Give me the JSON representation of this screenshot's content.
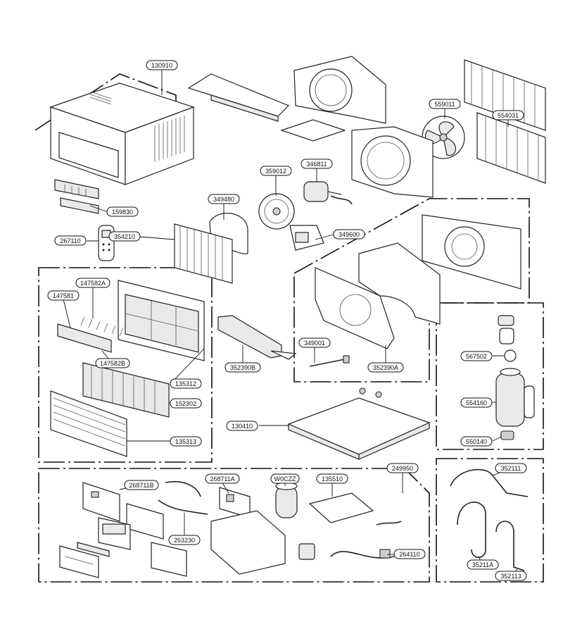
{
  "labels": [
    {
      "id": "130910",
      "text": "130910"
    },
    {
      "id": "159830",
      "text": "159830"
    },
    {
      "id": "267110",
      "text": "267110"
    },
    {
      "id": "349480",
      "text": "349480"
    },
    {
      "id": "359012",
      "text": "359012"
    },
    {
      "id": "346811",
      "text": "346811"
    },
    {
      "id": "354210",
      "text": "354210"
    },
    {
      "id": "349600",
      "text": "349600"
    },
    {
      "id": "559011",
      "text": "559011"
    },
    {
      "id": "554031",
      "text": "554031"
    },
    {
      "id": "147582A",
      "text": "147582A"
    },
    {
      "id": "147581",
      "text": "147581"
    },
    {
      "id": "147582B",
      "text": "147582B"
    },
    {
      "id": "135312",
      "text": "135312"
    },
    {
      "id": "152302",
      "text": "152302"
    },
    {
      "id": "135313",
      "text": "135313"
    },
    {
      "id": "352390B",
      "text": "352390B"
    },
    {
      "id": "349001",
      "text": "349001"
    },
    {
      "id": "352390A",
      "text": "352390A"
    },
    {
      "id": "130410",
      "text": "130410"
    },
    {
      "id": "567502",
      "text": "567502"
    },
    {
      "id": "554160",
      "text": "554160"
    },
    {
      "id": "550140",
      "text": "550140"
    },
    {
      "id": "249950",
      "text": "249950"
    },
    {
      "id": "268711B",
      "text": "268711B"
    },
    {
      "id": "268711A",
      "text": "268711A"
    },
    {
      "id": "W0CZZ",
      "text": "W0CZZ"
    },
    {
      "id": "135510",
      "text": "135510"
    },
    {
      "id": "263230",
      "text": "263230"
    },
    {
      "id": "264110",
      "text": "264110"
    },
    {
      "id": "352111",
      "text": "352111"
    },
    {
      "id": "35211A",
      "text": "35211A"
    },
    {
      "id": "352113",
      "text": "352113"
    }
  ]
}
